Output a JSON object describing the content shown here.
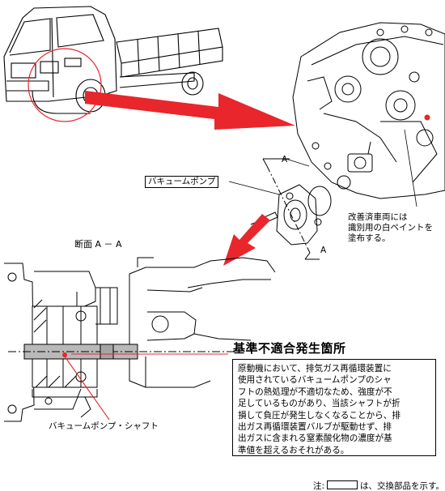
{
  "labels": {
    "vacuum_pump": "バキュームポンプ",
    "section": "断面 A － A",
    "arrow_a_top": "A",
    "arrow_a_bottom": "A",
    "shaft": "バキュームポンプ・シャフト",
    "defect_title": "基準不適合発生箇所",
    "note_prefix": "注:",
    "note_suffix": "は、交換部品を示す。"
  },
  "remark_lines": [
    "改善済車両には",
    "識別用の白ペイントを",
    "塗布する。"
  ],
  "description_lines": [
    "原動機において、排気ガス再循環装置に",
    "使用されているバキュームポンプのシャ",
    "フトの熱処理が不適切なため、強度が不",
    "足しているものがあり、当該シャフトが折",
    "損して負圧が発生しなくなることから、排",
    "出ガス再循環装置バルブが駆動せず、排",
    "出ガスに含まれる窒素酸化物の濃度が基",
    "準値を超えるおそれがある。"
  ],
  "colors": {
    "accent_red": "#e8262b",
    "line": "#000000",
    "highlight": "#b9b9b9"
  },
  "icons": [
    "truck-illustration",
    "engine-illustration",
    "vacuum-pump-illustration",
    "cross-section-illustration"
  ]
}
